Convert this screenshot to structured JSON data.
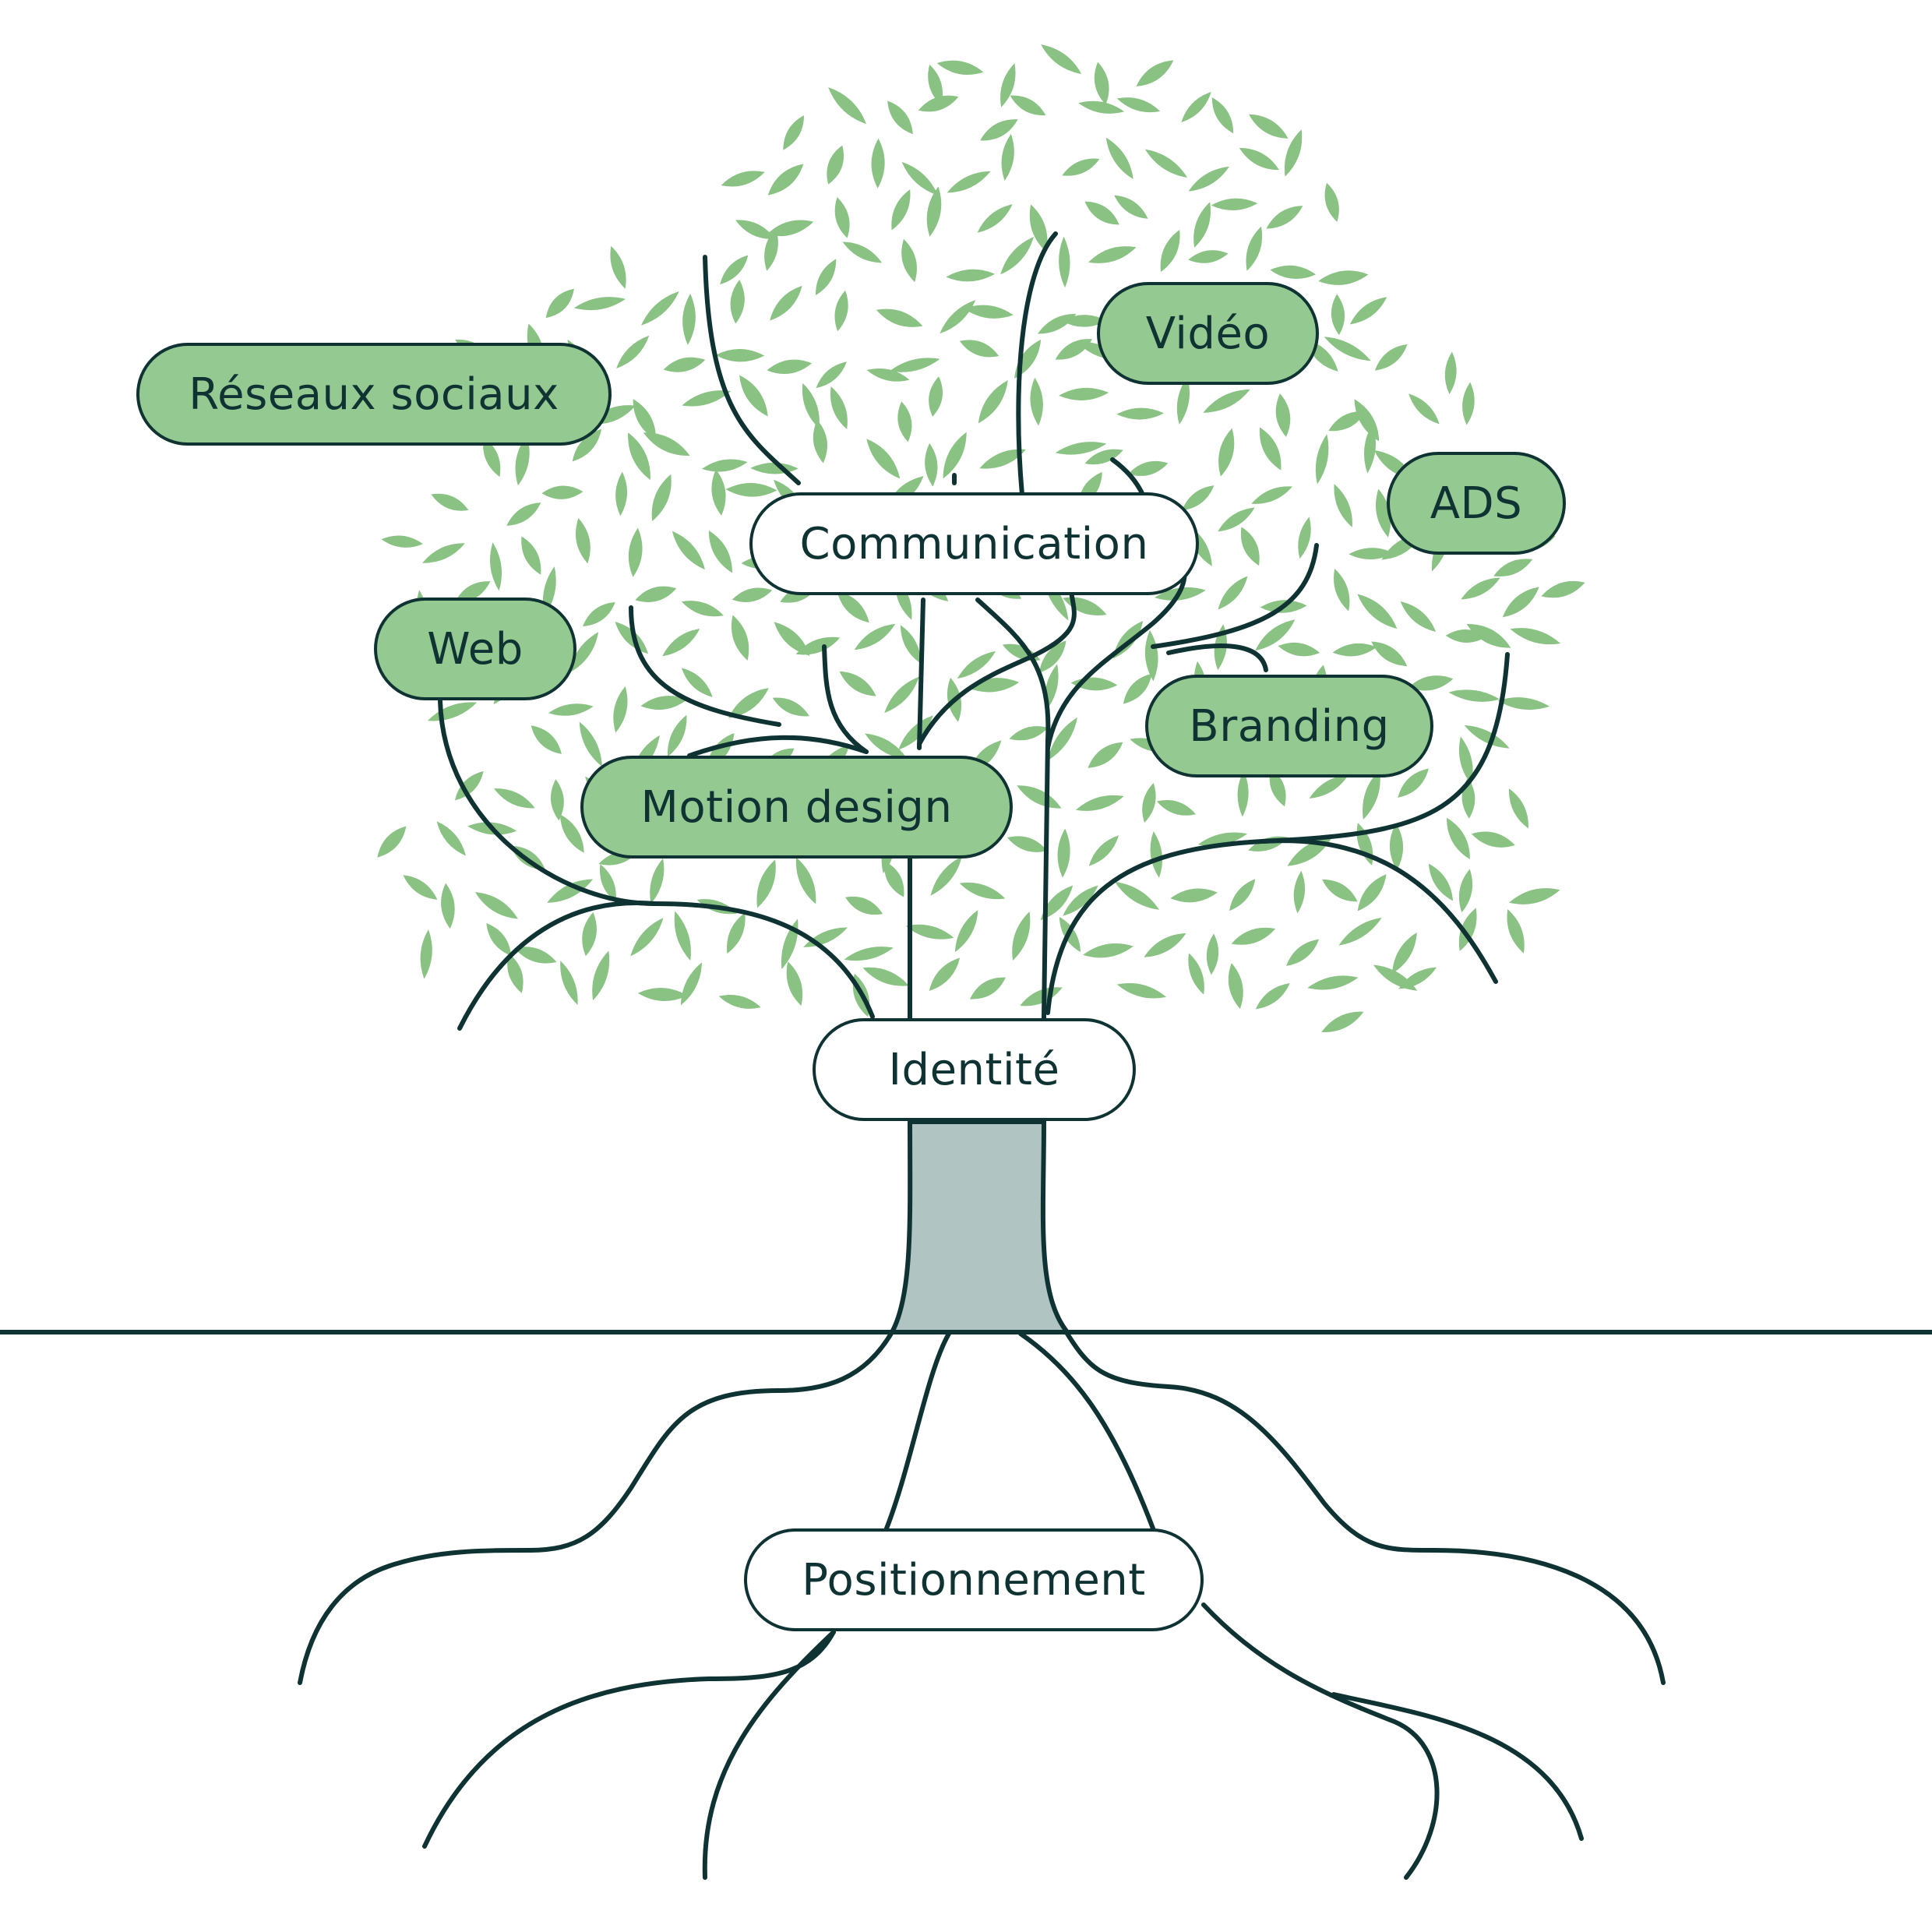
{
  "colors": {
    "line": "#0f3333",
    "leaf": "#89c283",
    "label_green": "#94c991",
    "label_white": "#ffffff",
    "trunk": "#b0c4c2"
  },
  "labels": {
    "reseaux_sociaux": "Réseaux sociaux",
    "video": "Vidéo",
    "ads": "ADS",
    "communication": "Communication",
    "web": "Web",
    "branding": "Branding",
    "motion_design": "Motion design",
    "identite": "Identité",
    "positionnement": "Positionnement"
  }
}
